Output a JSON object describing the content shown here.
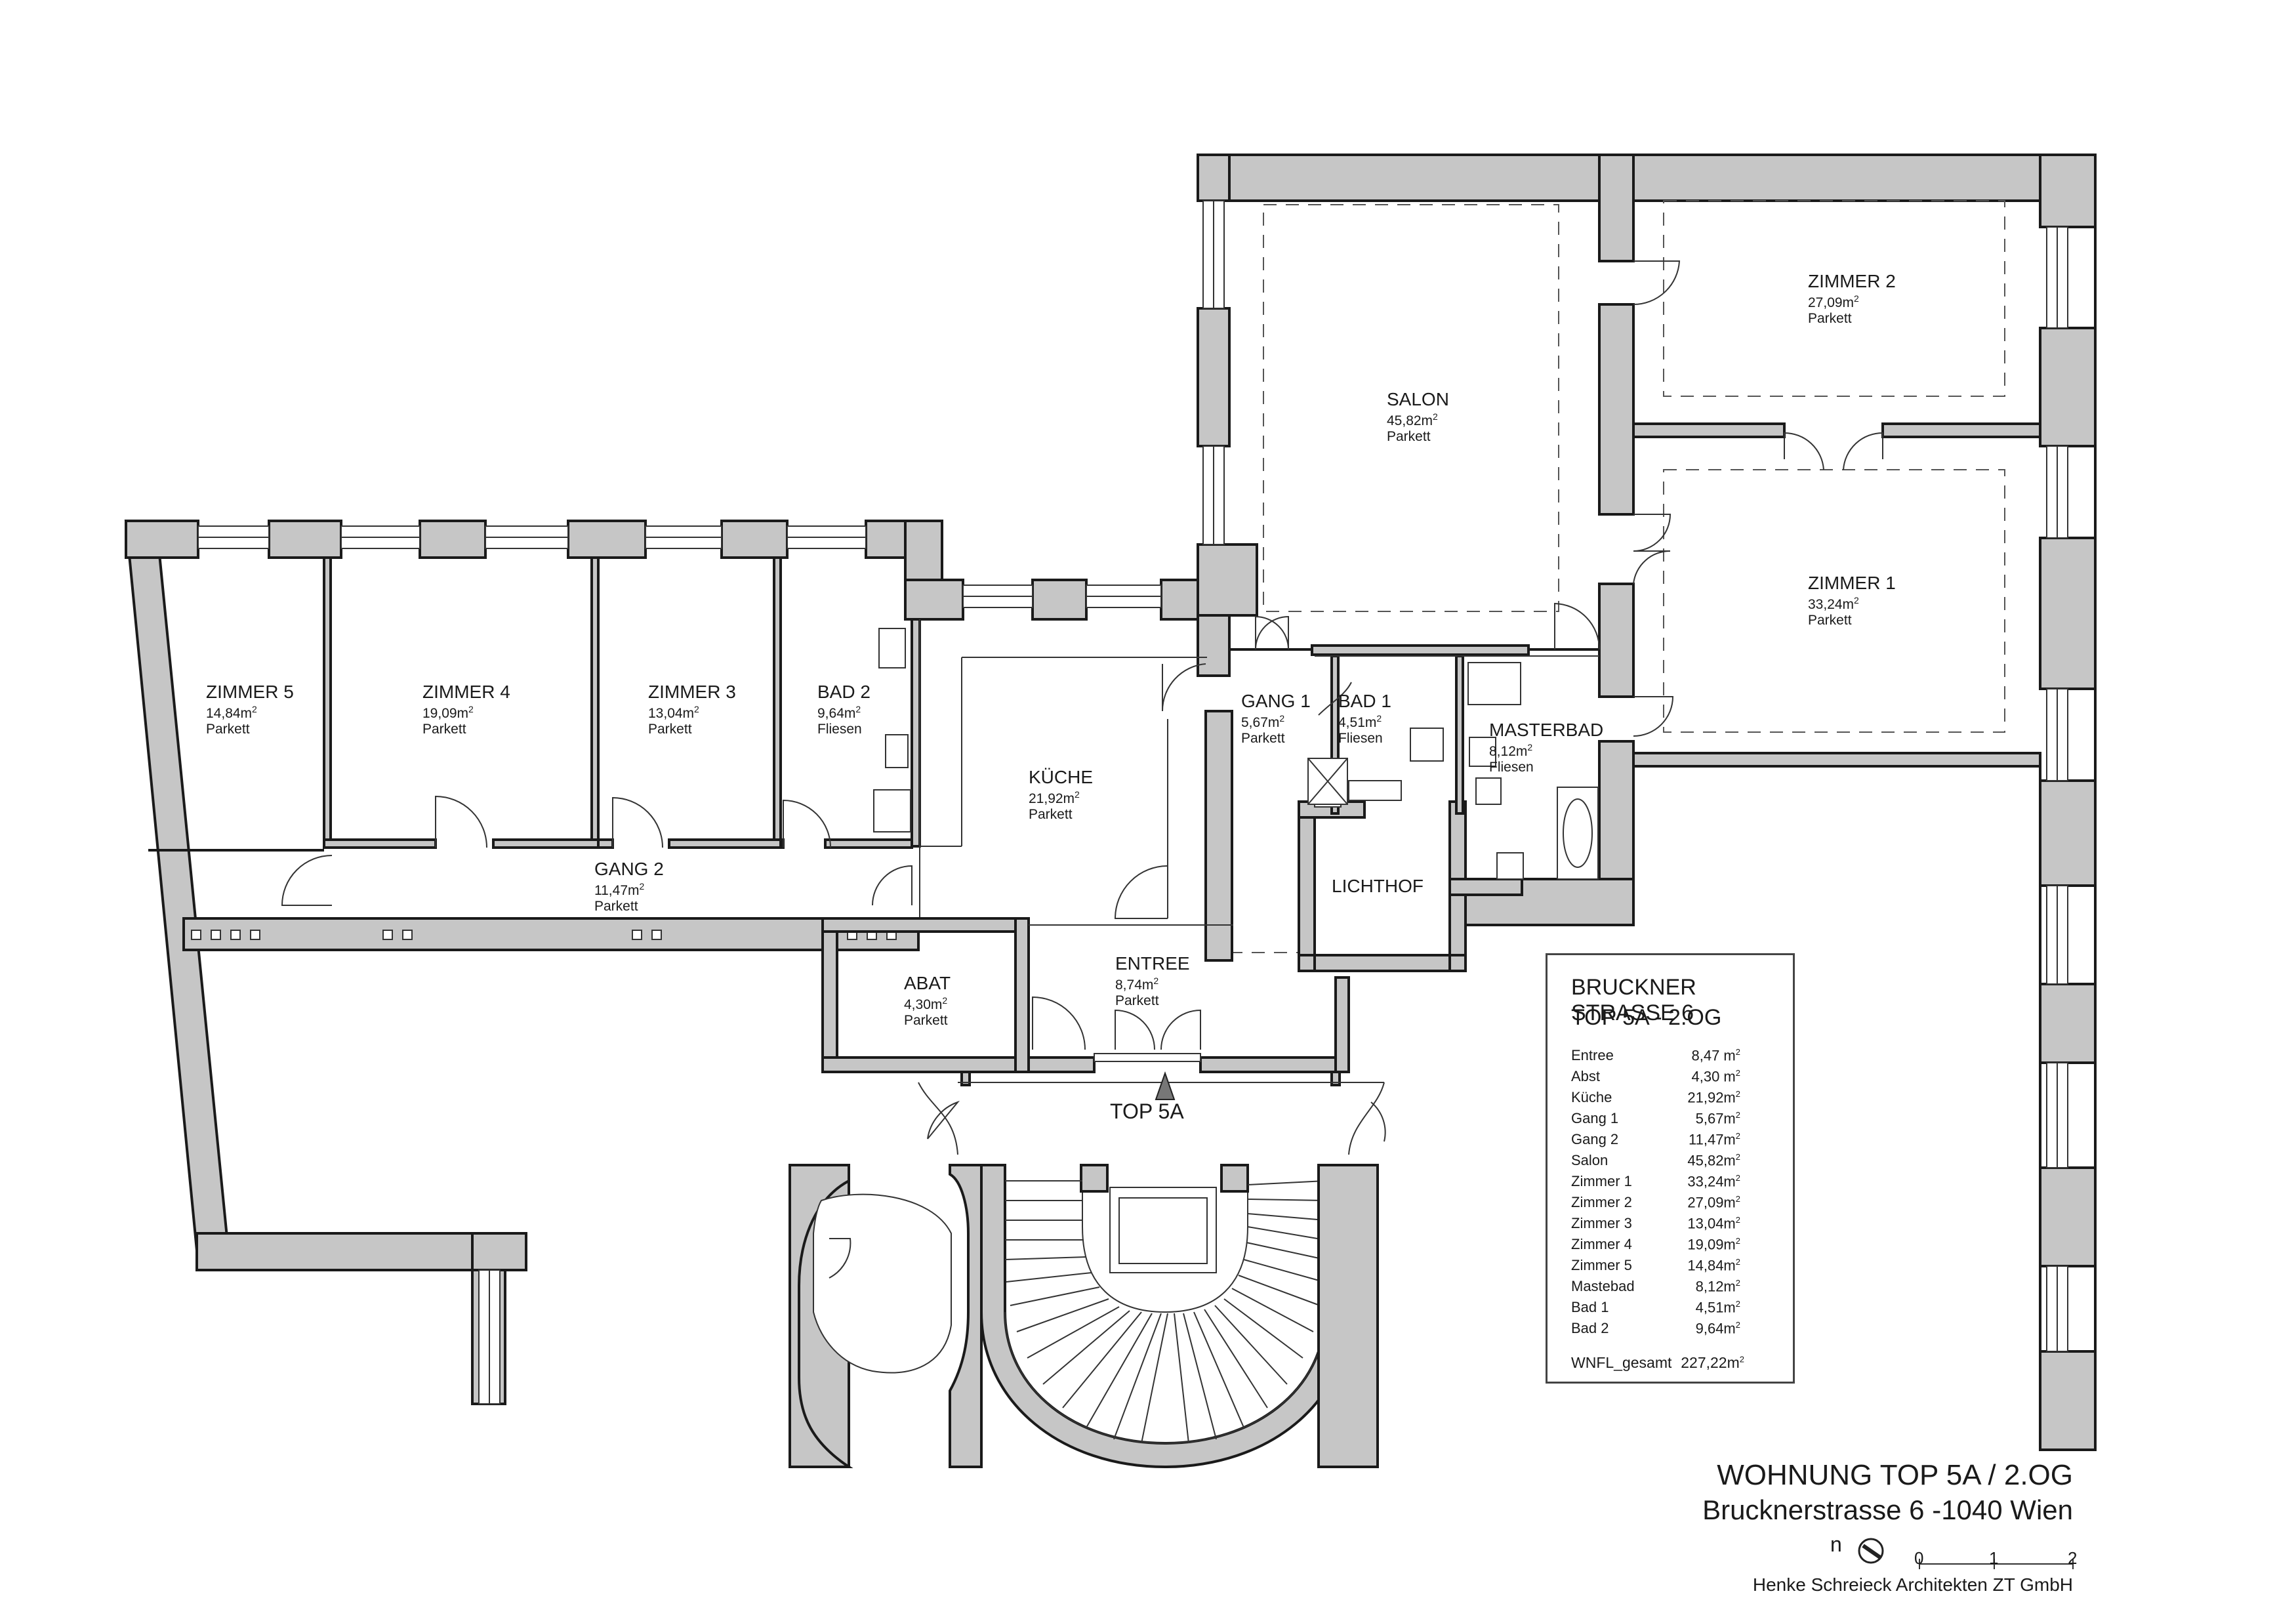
{
  "rooms": [
    {
      "id": "zimmer5",
      "name": "ZIMMER 5",
      "area": "14,84m",
      "floor": "Parkett"
    },
    {
      "id": "zimmer4",
      "name": "ZIMMER 4",
      "area": "19,09m",
      "floor": "Parkett"
    },
    {
      "id": "zimmer3",
      "name": "ZIMMER 3",
      "area": "13,04m",
      "floor": "Parkett"
    },
    {
      "id": "bad2",
      "name": "BAD 2",
      "area": "9,64m",
      "floor": "Fliesen"
    },
    {
      "id": "kueche",
      "name": "KÜCHE",
      "area": "21,92m",
      "floor": "Parkett"
    },
    {
      "id": "gang2",
      "name": "GANG 2",
      "area": "11,47m",
      "floor": "Parkett"
    },
    {
      "id": "abat",
      "name": "ABAT",
      "area": "4,30m",
      "floor": "Parkett"
    },
    {
      "id": "entree",
      "name": "ENTREE",
      "area": "8,74m",
      "floor": "Parkett"
    },
    {
      "id": "gang1",
      "name": "GANG 1",
      "area": "5,67m",
      "floor": "Parkett"
    },
    {
      "id": "bad1",
      "name": "BAD 1",
      "area": "4,51m",
      "floor": "Fliesen"
    },
    {
      "id": "masterbad",
      "name": "MASTERBAD",
      "area": "8,12m",
      "floor": "Fliesen"
    },
    {
      "id": "salon",
      "name": "SALON",
      "area": "45,82m",
      "floor": "Parkett"
    },
    {
      "id": "zimmer2",
      "name": "ZIMMER 2",
      "area": "27,09m",
      "floor": "Parkett"
    },
    {
      "id": "zimmer1",
      "name": "ZIMMER 1",
      "area": "33,24m",
      "floor": "Parkett"
    },
    {
      "id": "lichthof",
      "name": "LICHTHOF",
      "area": "",
      "floor": ""
    }
  ],
  "superscript": "2",
  "entry_label": "TOP 5A",
  "legend": {
    "title_line1": "BRUCKNER STRASSE 6",
    "title_line2": "TOP 5A - 2.OG",
    "rows": [
      {
        "name": "Entree",
        "value": "8,47 m"
      },
      {
        "name": "Abst",
        "value": "4,30 m"
      },
      {
        "name": "Küche",
        "value": "21,92m"
      },
      {
        "name": "Gang 1",
        "value": "5,67m"
      },
      {
        "name": "Gang 2",
        "value": "11,47m"
      },
      {
        "name": "Salon",
        "value": "45,82m"
      },
      {
        "name": "Zimmer 1",
        "value": "33,24m"
      },
      {
        "name": "Zimmer 2",
        "value": "27,09m"
      },
      {
        "name": "Zimmer 3",
        "value": "13,04m"
      },
      {
        "name": "Zimmer 4",
        "value": "19,09m"
      },
      {
        "name": "Zimmer 5",
        "value": "14,84m"
      },
      {
        "name": "Mastebad",
        "value": "8,12m"
      },
      {
        "name": "Bad 1",
        "value": "4,51m"
      },
      {
        "name": "Bad 2",
        "value": "9,64m"
      }
    ],
    "total_label": "WNFL_gesamt",
    "total_value": "227,22m"
  },
  "title_block": {
    "line1": "WOHNUNG  TOP 5A / 2.OG",
    "line2": "Brucknerstrasse 6 -1040 Wien",
    "office": "Henke Schreieck Architekten ZT GmbH",
    "north": "n",
    "scale": [
      "0",
      "1",
      "2"
    ]
  },
  "colors": {
    "wall": "#c6c6c6",
    "line": "#1a1a1a",
    "background": "#ffffff"
  },
  "icons": [
    "north-arrow-icon",
    "entry-arrow-icon",
    "scale-bar-icon"
  ]
}
